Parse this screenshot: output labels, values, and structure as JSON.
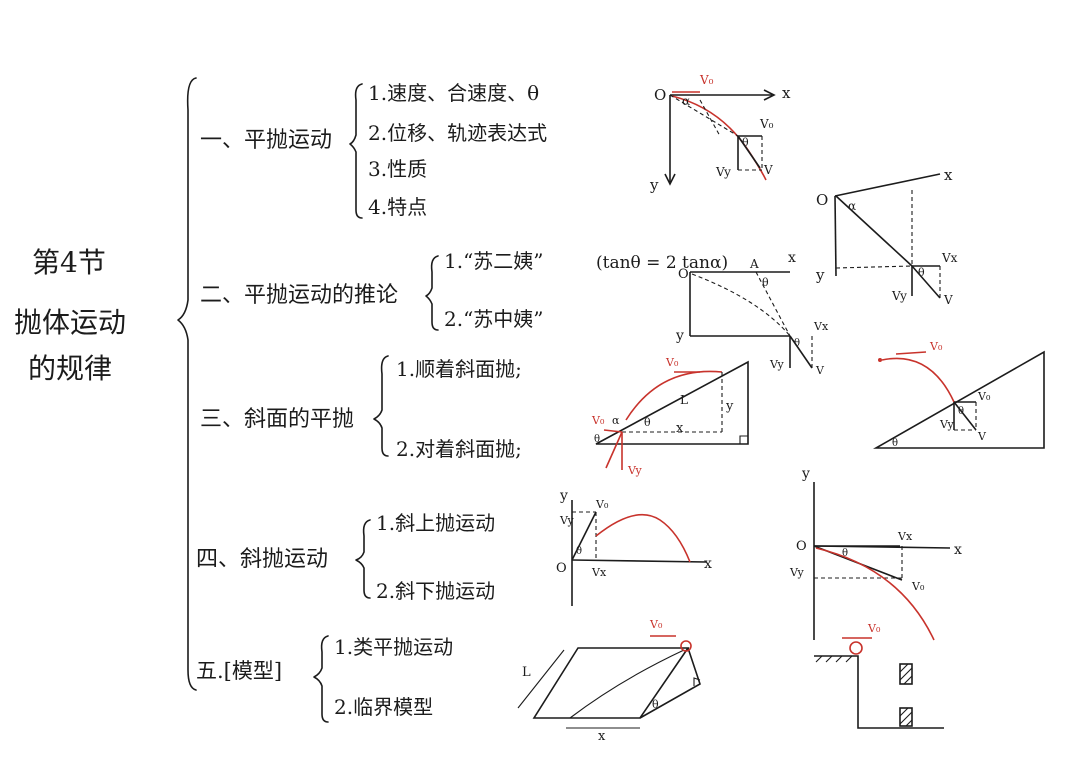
{
  "title": {
    "line1": "第4节",
    "line2": "抛体运动",
    "line3": "的规律"
  },
  "sections": [
    {
      "heading": "一、平抛运动",
      "items": [
        "1.速度、合速度、θ",
        "2.位移、轨迹表达式",
        "3.性质",
        "4.特点"
      ]
    },
    {
      "heading": "二、平抛运动的推论",
      "items": [
        "1.“苏二姨”",
        "2.“苏中姨”"
      ],
      "note": "(tanθ = 2 tanα)"
    },
    {
      "heading": "三、斜面的平抛",
      "items": [
        "1.顺着斜面抛;",
        "2.对着斜面抛;"
      ]
    },
    {
      "heading": "四、斜抛运动",
      "items": [
        "1.斜上抛运动",
        "2.斜下抛运动"
      ]
    },
    {
      "heading": "五.[模型]",
      "items": [
        "1.类平抛运动",
        "2.临界模型"
      ]
    }
  ],
  "diagram_labels": {
    "origin": "O",
    "x": "x",
    "y": "y",
    "v0": "V₀",
    "vx": "Vx",
    "vy": "Vy",
    "v": "V",
    "alpha": "α",
    "theta": "θ",
    "A": "A",
    "L": "L"
  },
  "colors": {
    "ink": "#1c1c1c",
    "red": "#c8332c"
  }
}
